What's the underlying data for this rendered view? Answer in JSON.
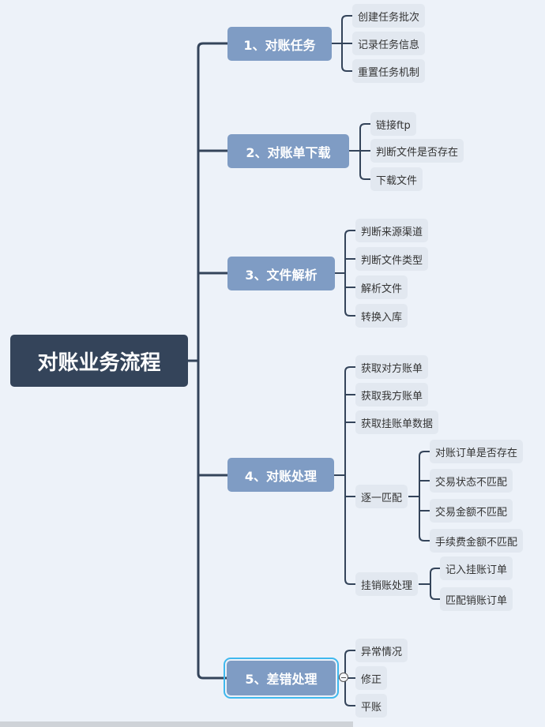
{
  "root": "对账业务流程",
  "branches": [
    {
      "label": "1、对账任务",
      "children": [
        "创建任务批次",
        "记录任务信息",
        "重置任务机制"
      ]
    },
    {
      "label": "2、对账单下载",
      "children": [
        "链接ftp",
        "判断文件是否存在",
        "下载文件"
      ]
    },
    {
      "label": "3、文件解析",
      "children": [
        "判断来源渠道",
        "判断文件类型",
        "解析文件",
        "转换入库"
      ]
    },
    {
      "label": "4、对账处理",
      "children": [
        "获取对方账单",
        "获取我方账单",
        "获取挂账单数据",
        {
          "label": "逐一匹配",
          "children": [
            "对账订单是否存在",
            "交易状态不匹配",
            "交易金额不匹配",
            "手续费金额不匹配"
          ]
        },
        {
          "label": "挂销账处理",
          "children": [
            "记入挂账订单",
            "匹配销账订单"
          ]
        }
      ]
    },
    {
      "label": "5、差错处理",
      "children": [
        "异常情况",
        "修正",
        "平账"
      ],
      "selected": true
    }
  ],
  "colors": {
    "root": "#34445a",
    "branch": "#7f9cc4",
    "leaf": "#e2e8f0",
    "line": "#34445a",
    "selection": "#3fb8ee"
  }
}
